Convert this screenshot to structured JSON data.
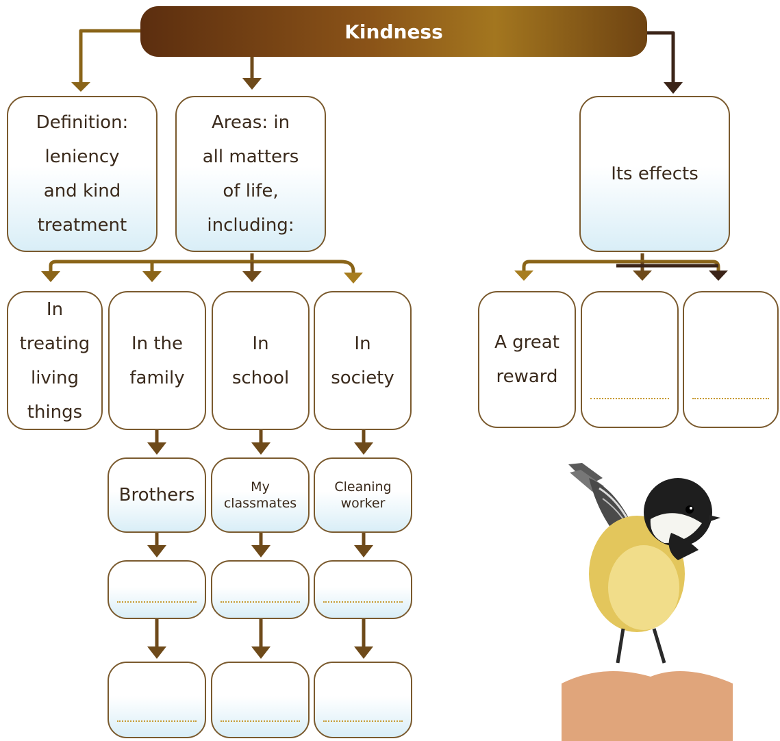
{
  "title": "Kindness",
  "colors": {
    "arrow_gold": "#8a6418",
    "arrow_dark": "#3b2418",
    "box_border": "#7a5a2e",
    "box_fill_bottom": "#d9eef7"
  },
  "main_nodes": {
    "definition": "Definition:\nleniency\nand kind\ntreatment",
    "areas": "Areas: in\nall matters\nof life,\nincluding:",
    "effects": "Its effects"
  },
  "areas": [
    {
      "label": "In\ntreating\nliving\nthings"
    },
    {
      "label": "In the\nfamily",
      "example": "Brothers"
    },
    {
      "label": "In\nschool",
      "example": "My\nclassmates"
    },
    {
      "label": "In\nsociety",
      "example": "Cleaning\nworker"
    }
  ],
  "effects": [
    {
      "label": "A great\nreward"
    },
    {
      "label": ""
    },
    {
      "label": ""
    }
  ],
  "bird_icon": "chickadee-bird"
}
